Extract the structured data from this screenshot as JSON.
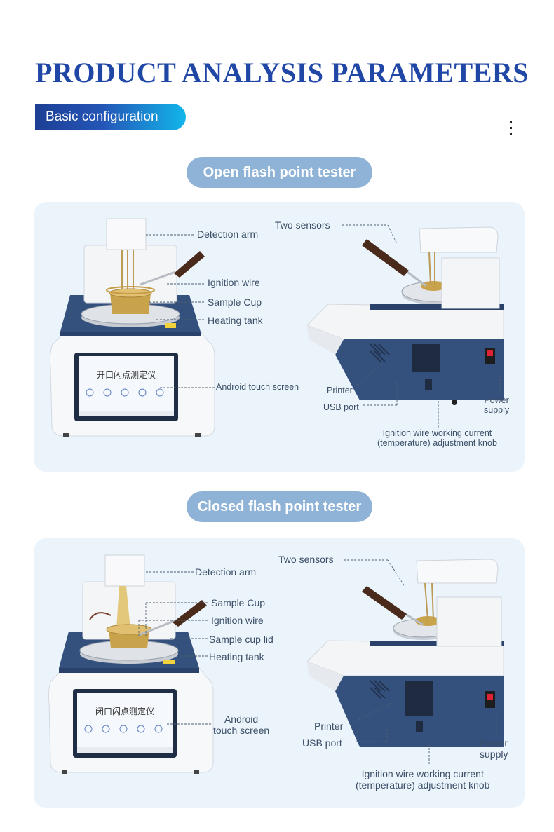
{
  "page": {
    "title": "PRODUCT ANALYSIS PARAMETERS",
    "badge": "Basic configuration",
    "menu_icon": "vertical-ellipsis-icon"
  },
  "open_tester": {
    "heading": "Open flash point tester",
    "screen_title": "开口闪点测定仪",
    "screen_brand": "开口闪点测定仪",
    "labels": {
      "detection_arm": "Detection arm",
      "ignition_wire": "Ignition wire",
      "sample_cup": "Sample Cup",
      "heating_tank": "Heating tank",
      "touch_screen": "Android touch screen",
      "two_sensors": "Two sensors",
      "printer": "Printer",
      "usb_port": "USB port",
      "power_supply": [
        "Power",
        "supply"
      ],
      "knob": [
        "Ignition wire working current",
        "(temperature) adjustment knob"
      ]
    }
  },
  "closed_tester": {
    "heading": "Closed flash point tester",
    "screen_title": "闭口闪点测定仪",
    "screen_brand": "闭口闪点测定仪",
    "labels": {
      "detection_arm": "Detection arm",
      "sample_cup": "Sample Cup",
      "ignition_wire": "Ignition wire",
      "sample_cup_lid": "Sample cup lid",
      "heating_tank": "Heating tank",
      "touch_screen": [
        "Android",
        "touch screen"
      ],
      "two_sensors": "Two sensors",
      "printer": "Printer",
      "usb_port": "USB port",
      "power_supply": [
        "Power",
        "supply"
      ],
      "knob": [
        "Ignition wire working current",
        "(temperature) adjustment knob"
      ]
    }
  },
  "colors": {
    "title": "#2147a6",
    "badge_start": "#1d3f95",
    "badge_end": "#12b6ea",
    "pill": "#8fb3d6",
    "panel": "#ebf3fb",
    "device_navy": "#34507d"
  }
}
